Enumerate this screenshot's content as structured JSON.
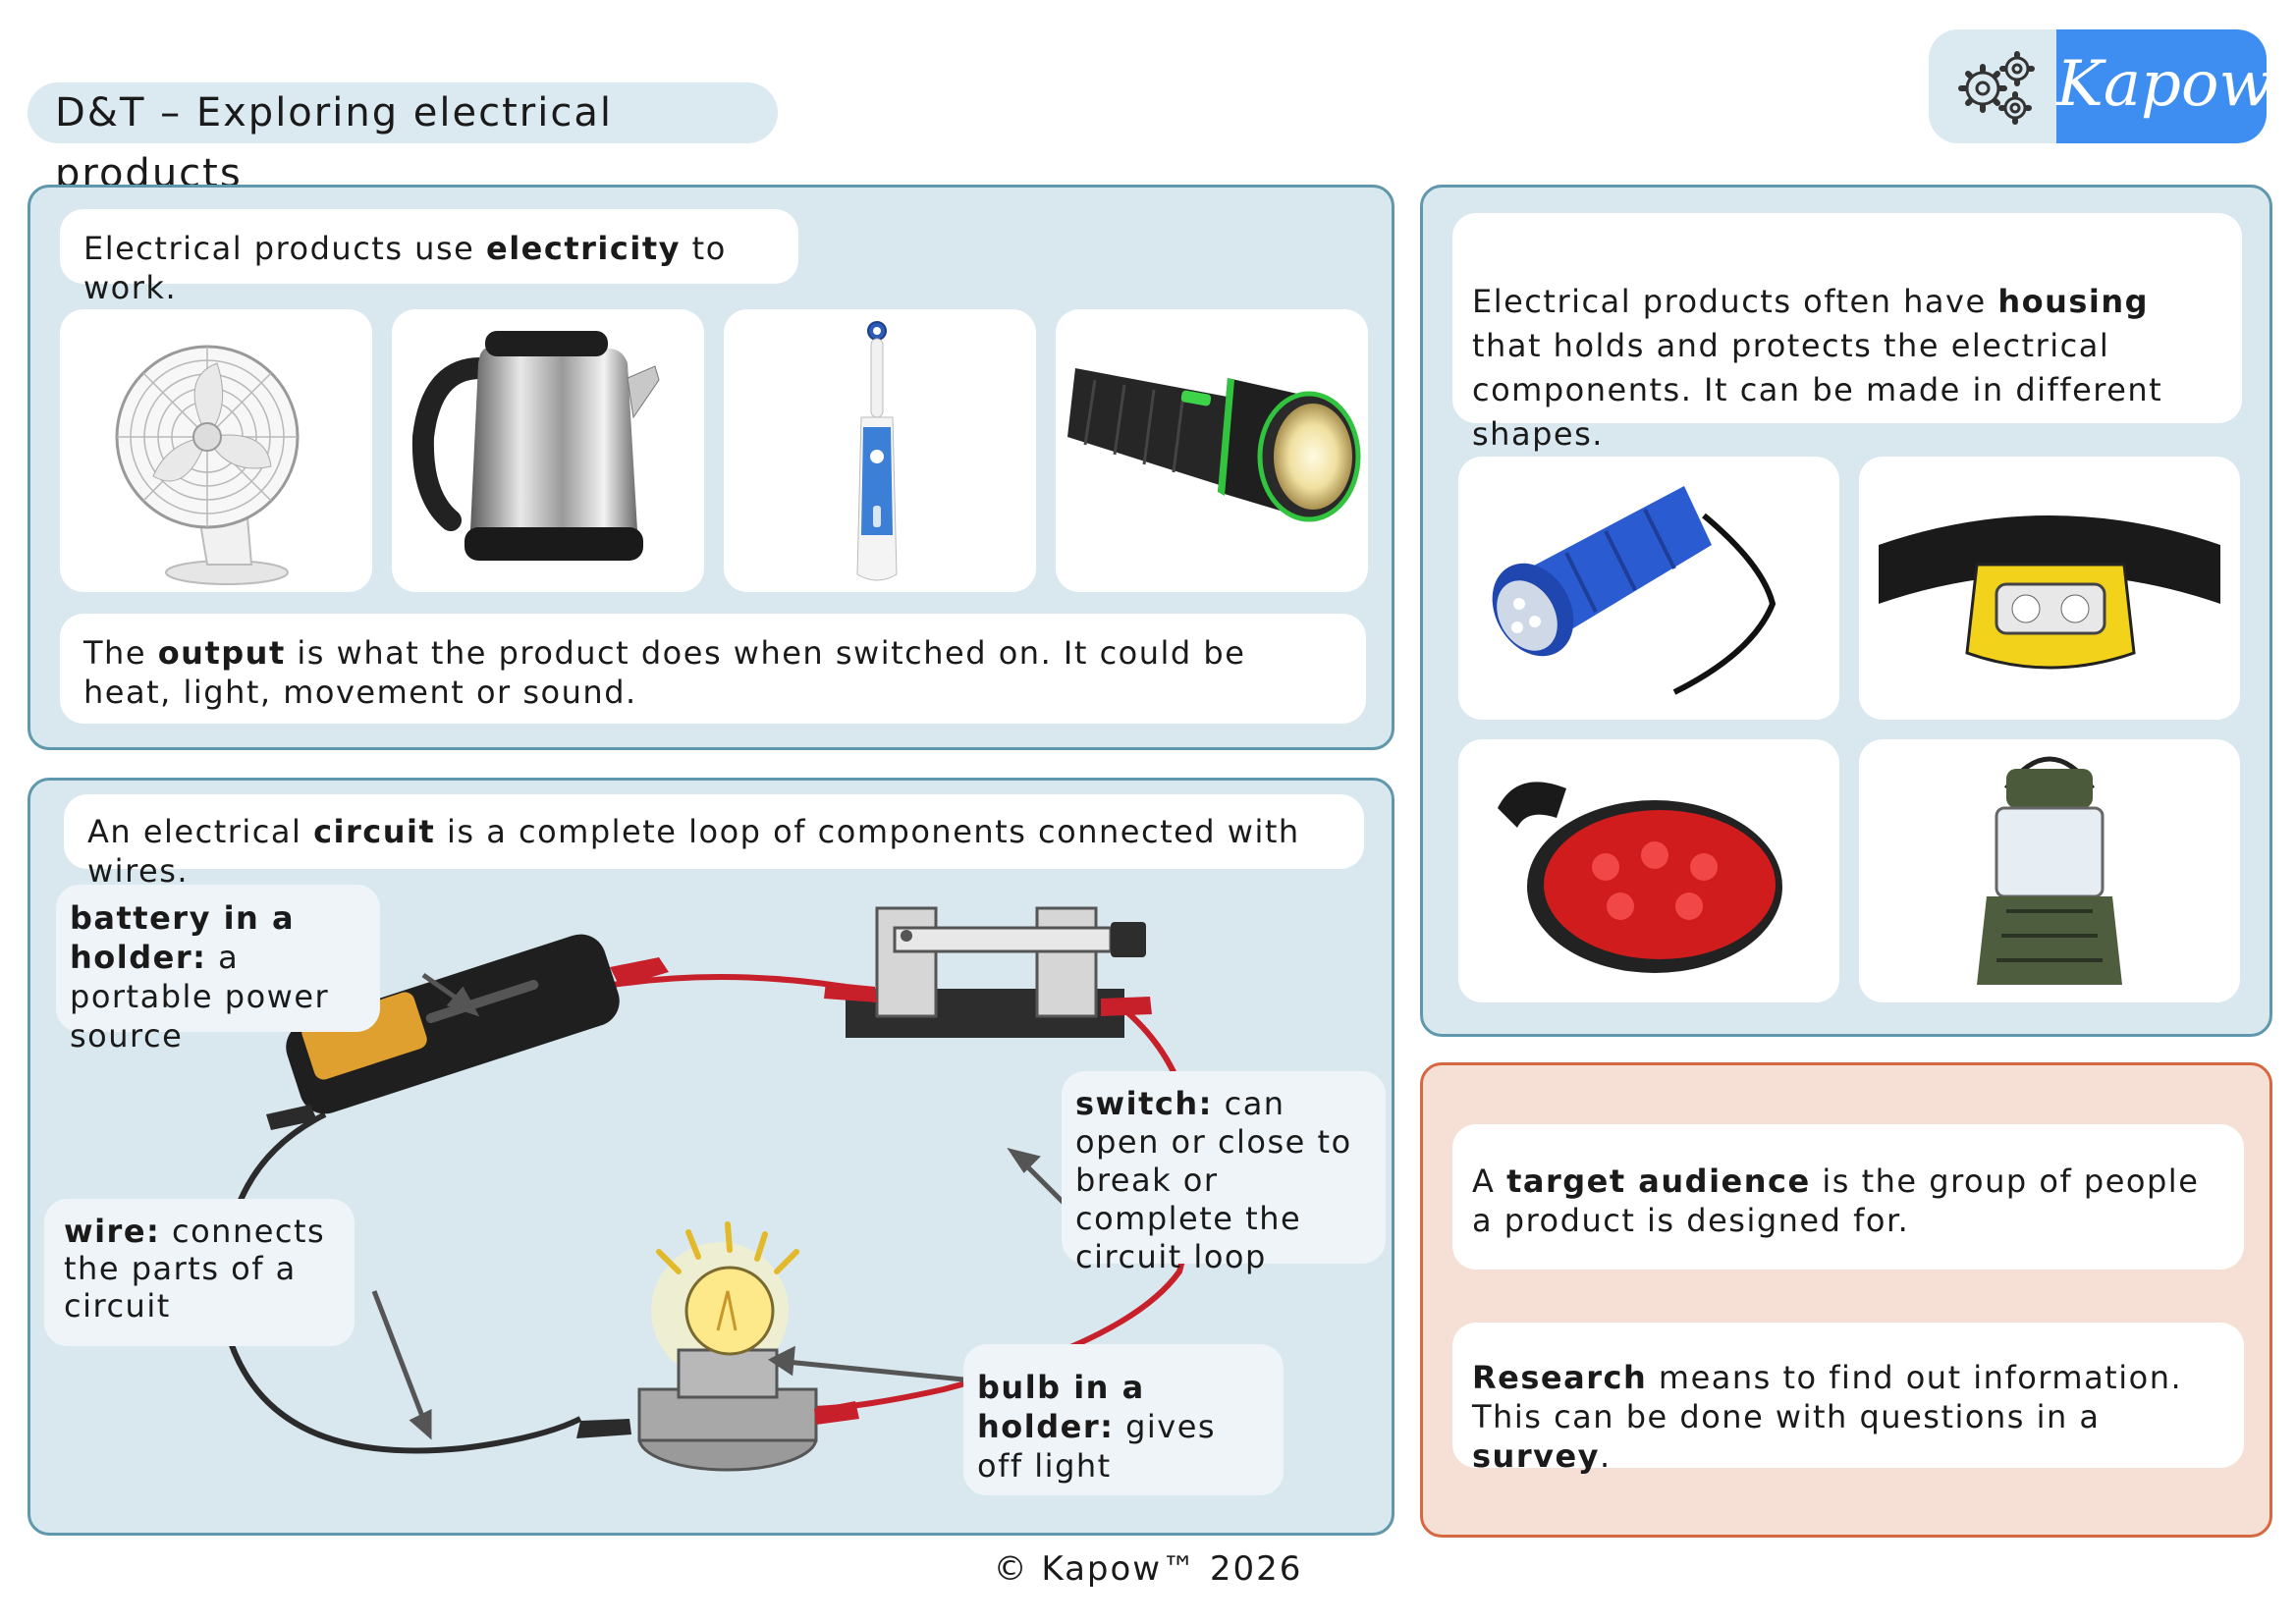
{
  "header": {
    "title": "D&T – Exploring electrical products",
    "logo_text": "Kapow"
  },
  "electricity": {
    "intro_pre": "Electrical products use ",
    "intro_bold": "electricity",
    "intro_post": " to work.",
    "images": [
      "desk fan",
      "kettle",
      "electric toothbrush",
      "torch"
    ],
    "output_pre": "The ",
    "output_bold": "output",
    "output_post": " is what the product does when switched on. It could be heat, light, movement or sound."
  },
  "circuit": {
    "intro_pre": "An electrical ",
    "intro_bold": "circuit",
    "intro_post": " is a complete loop of components connected with wires.",
    "battery_bold": "battery in a holder:",
    "battery_text": " a portable power source",
    "switch_bold": "switch:",
    "switch_text": " can open or close to break or complete the circuit loop",
    "wire_bold": "wire:",
    "wire_text": " connects the parts of a circuit",
    "bulb_bold": "bulb in a holder:",
    "bulb_text": " gives off light"
  },
  "housing": {
    "text_pre": "Electrical products often have ",
    "text_bold": "housing",
    "text_post": " that holds and protects the electrical components. It can be made in different shapes.",
    "images": [
      "blue torch",
      "head torch",
      "bike light",
      "lantern"
    ]
  },
  "audience": {
    "target_pre": "A ",
    "target_bold": "target audience",
    "target_post": " is the group of people a product is designed for.",
    "research_bold": "Research",
    "research_mid": " means to find out information. This can be done with questions in a ",
    "research_bold2": "survey",
    "research_end": "."
  },
  "footer": {
    "copyright": "© Kapow™ 2026"
  },
  "colors": {
    "panel_blue": "#d9e8ef",
    "panel_orange": "#f6e0d6",
    "accent": "#3d8ef0",
    "wire_red": "#c8202a"
  }
}
